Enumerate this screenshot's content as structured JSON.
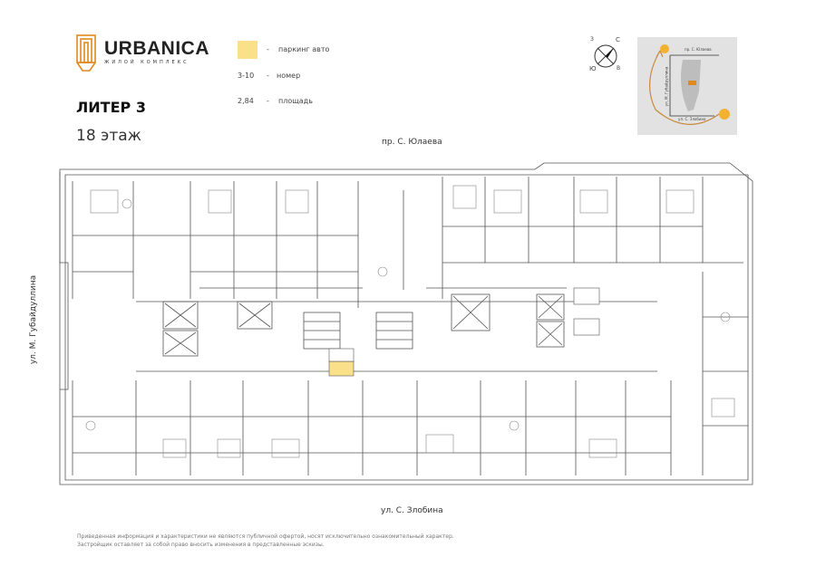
{
  "brand": {
    "name": "URBANICA",
    "subtitle": "ЖИЛОЙ КОМПЛЕКС"
  },
  "header": {
    "liter": "ЛИТЕР 3",
    "floor": "18 этаж"
  },
  "legend": [
    {
      "key": "",
      "dash": "-",
      "label": "паркинг авто"
    },
    {
      "key": "3-10",
      "dash": "-",
      "label": "номер"
    },
    {
      "key": "2,84",
      "dash": "-",
      "label": "площадь"
    }
  ],
  "streets": {
    "top": "пр. С. Юлаева",
    "bottom": "ул. С. Злобина",
    "left": "ул. М. Губайдуллина"
  },
  "compass": {
    "n": "С",
    "s": "Ю",
    "w": "З",
    "e": "В"
  },
  "minimap": {
    "top": "пр. С. Юлаева",
    "bottom": "ул. С. Злобина",
    "left": "ул. М. Губайдуллина"
  },
  "disclaimer": [
    "Приведенная информация и характеристики не являются публичной офертой, носят исключительно ознакомительный характер.",
    "Застройщик оставляет за собой право вносить изменения в представленные эскизы."
  ],
  "colors": {
    "parking": "#fbe08a",
    "accent": "#e08a1e",
    "line": "#555555"
  }
}
